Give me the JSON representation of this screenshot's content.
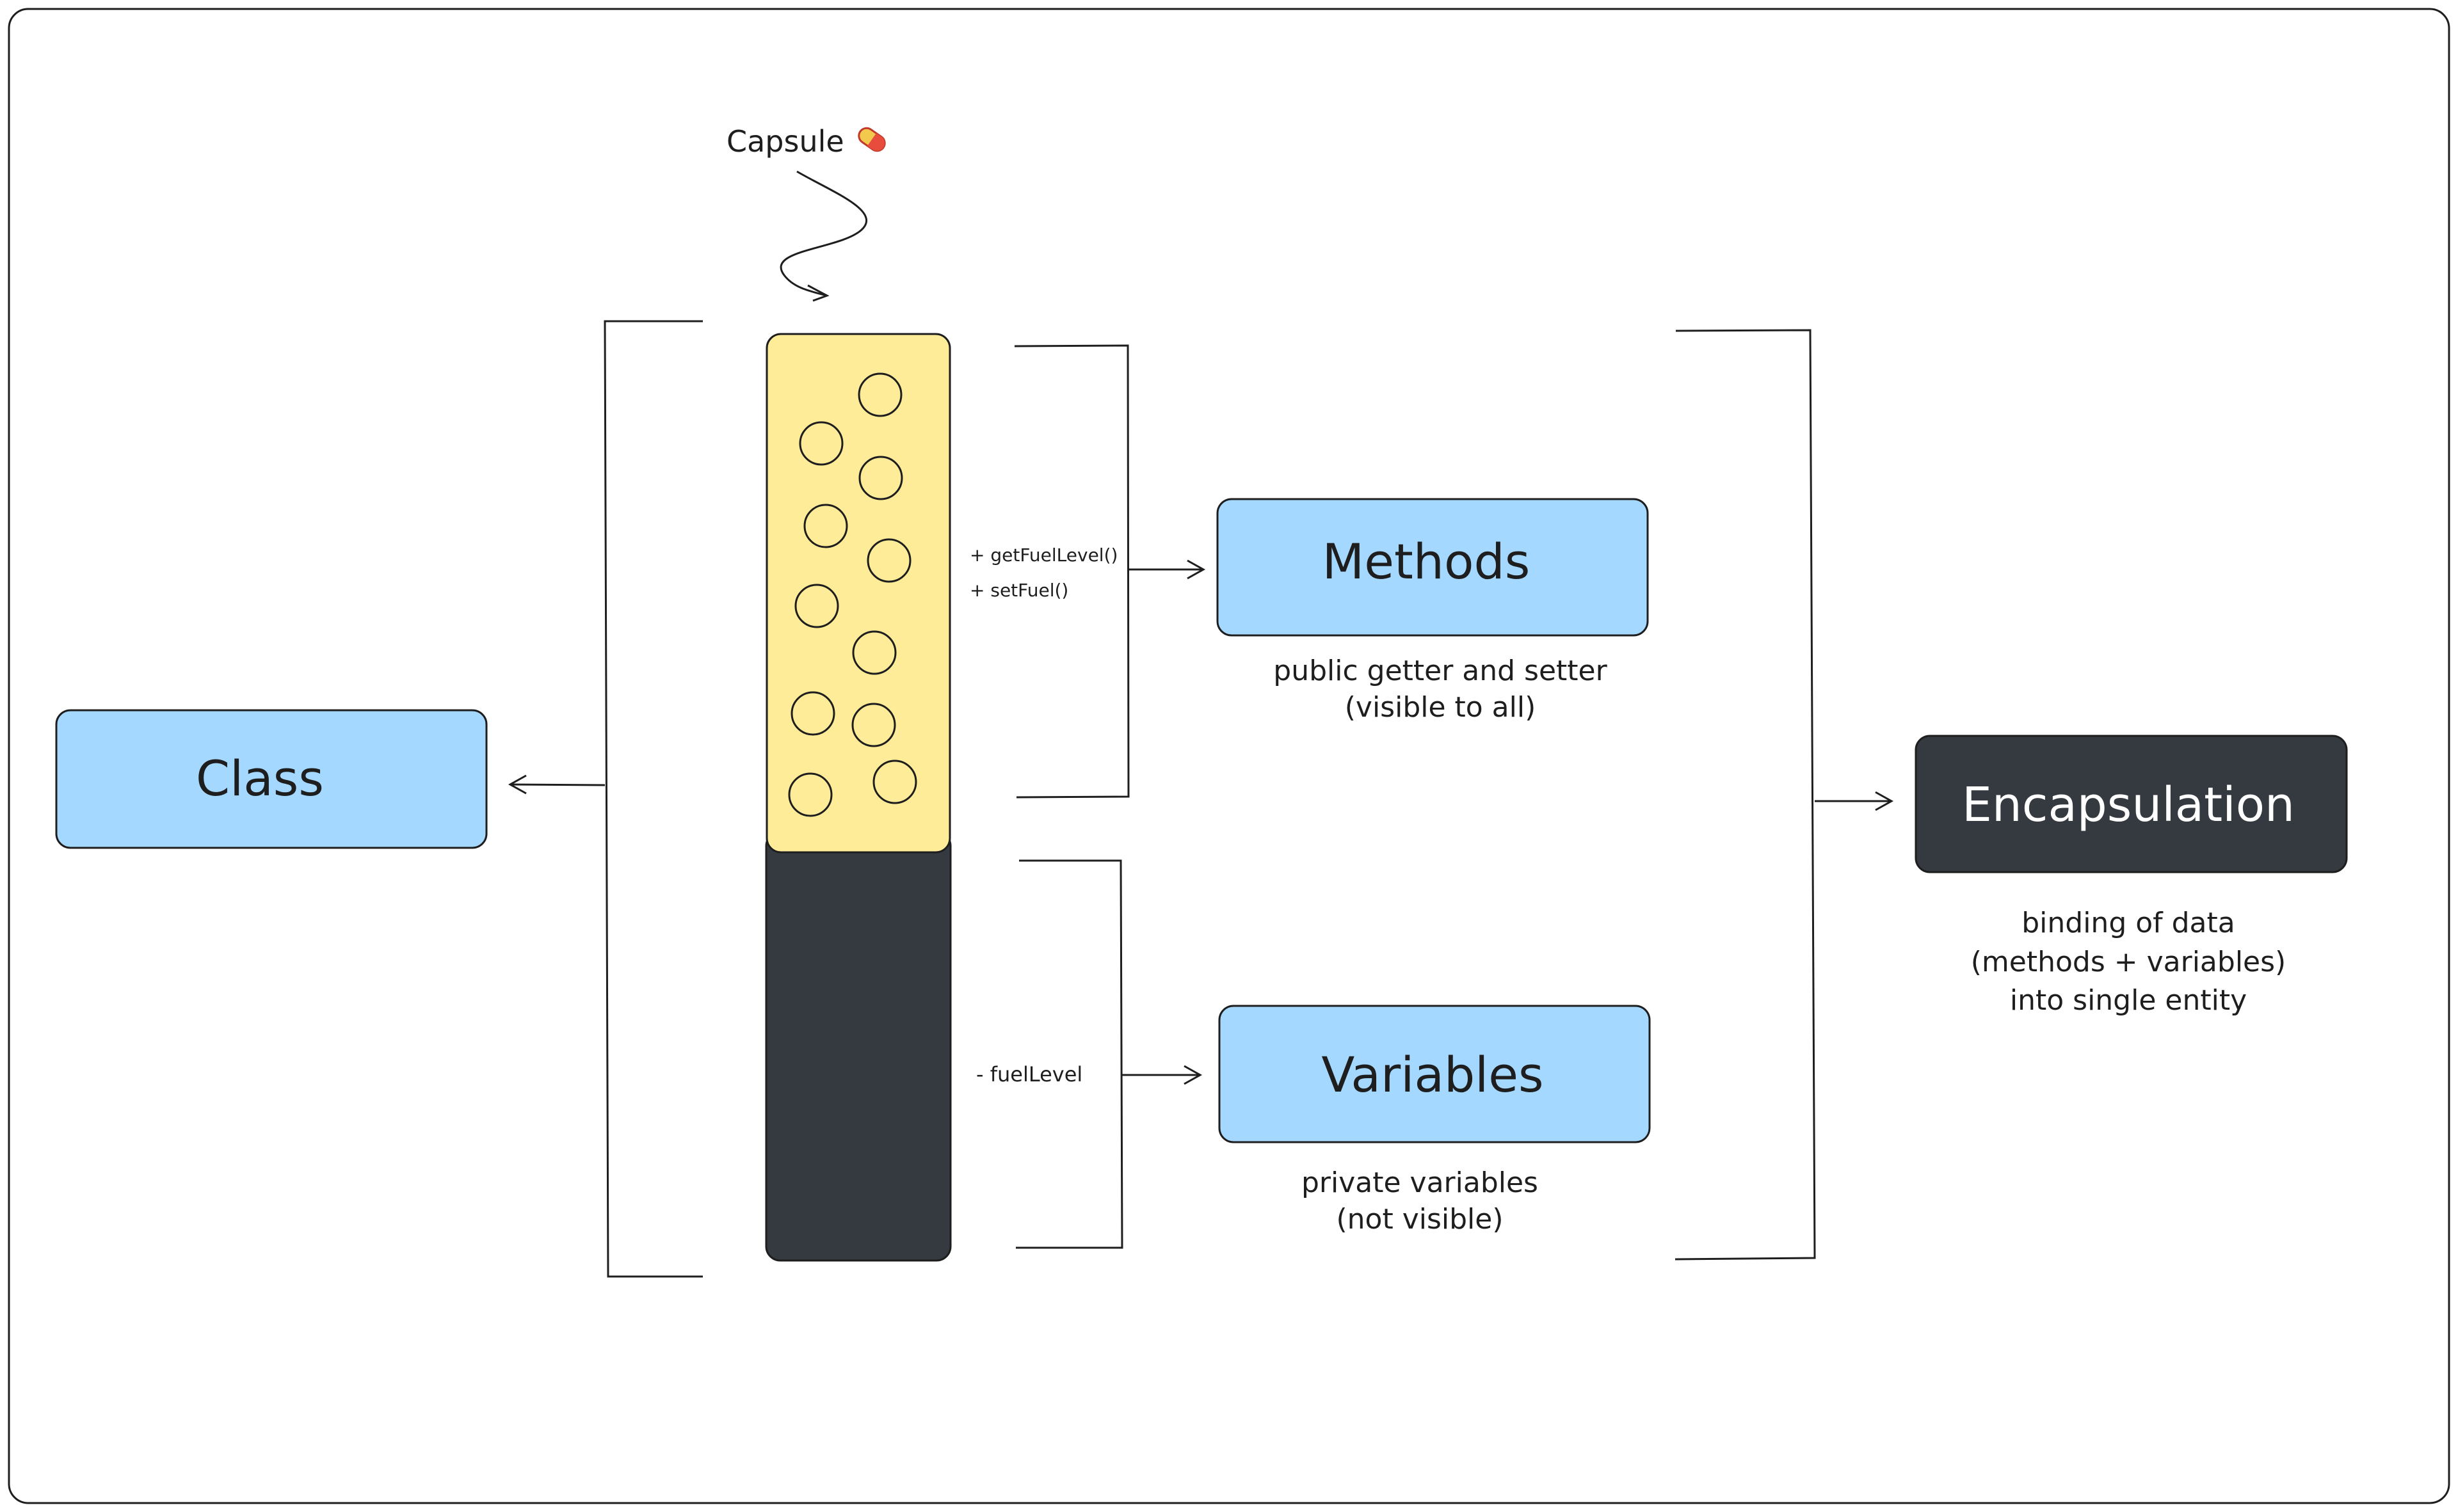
{
  "capsule_label": "Capsule",
  "capsule_emoji": "💊",
  "class_box": {
    "label": "Class"
  },
  "methods_box": {
    "label": "Methods",
    "caption_line1": "public getter and setter",
    "caption_line2": "(visible to all)"
  },
  "variables_box": {
    "label": "Variables",
    "caption_line1": "private variables",
    "caption_line2": "(not visible)"
  },
  "encapsulation_box": {
    "label": "Encapsulation",
    "caption_line1": "binding of data",
    "caption_line2": "(methods + variables)",
    "caption_line3": "into single entity"
  },
  "public_members": [
    "+ getFuelLevel()",
    "+ setFuel()"
  ],
  "private_members": [
    "- fuelLevel"
  ],
  "colors": {
    "light_blue": "#a5d8ff",
    "capsule_yellow": "#ffec99",
    "dark": "#343a40",
    "stroke": "#1e1e1e",
    "frame": "#e4e4e4"
  }
}
